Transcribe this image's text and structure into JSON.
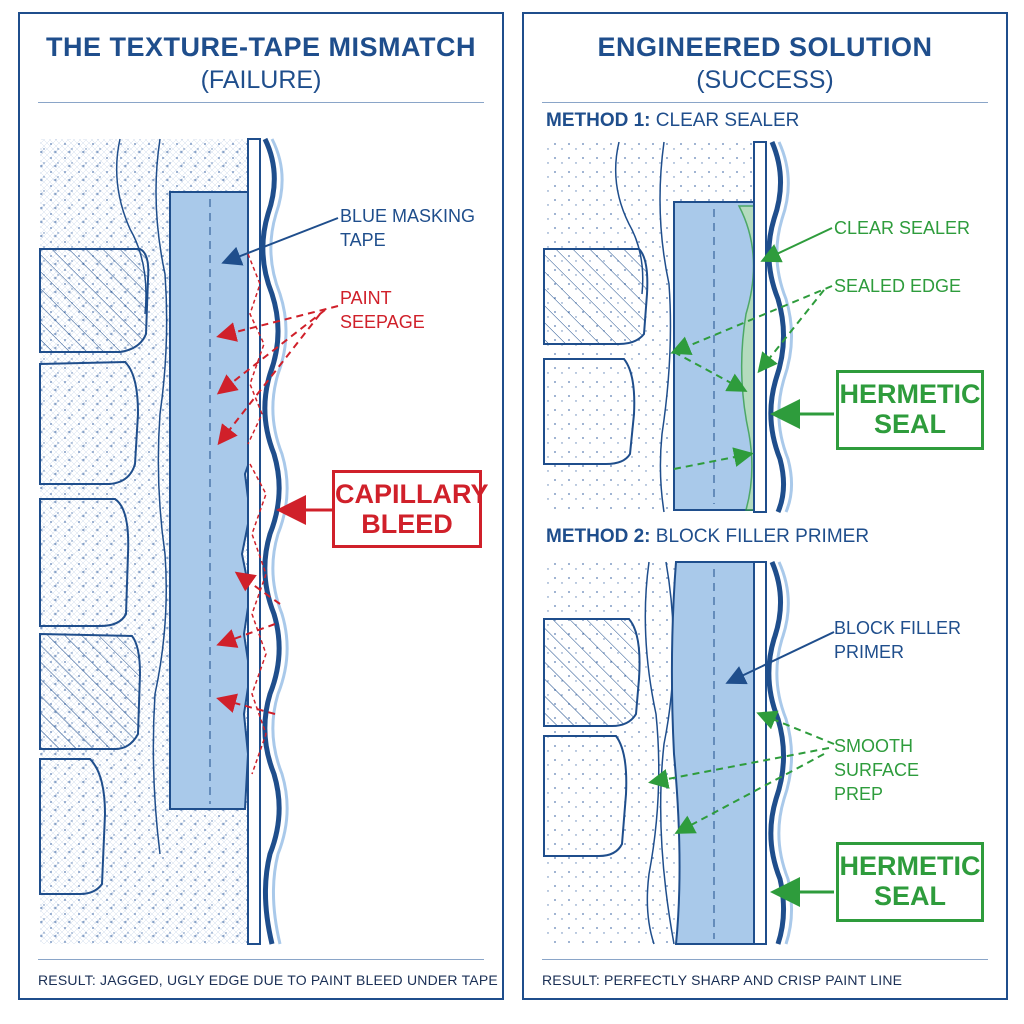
{
  "left": {
    "title": "THE TEXTURE-TAPE MISMATCH",
    "subtitle": "(FAILURE)",
    "labels": {
      "tape": "BLUE MASKING\nTAPE",
      "seepage": "PAINT\nSEEPAGE",
      "callout": "CAPILLARY\nBLEED"
    },
    "result": "RESULT: JAGGED, UGLY EDGE DUE TO PAINT BLEED UNDER TAPE"
  },
  "right": {
    "title": "ENGINEERED SOLUTION",
    "subtitle": "(SUCCESS)",
    "method1": {
      "prefix": "METHOD 1:",
      "name": "CLEAR SEALER"
    },
    "method2": {
      "prefix": "METHOD 2:",
      "name": "BLOCK FILLER PRIMER"
    },
    "labels": {
      "clear_sealer": "CLEAR SEALER",
      "sealed_edge": "SEALED EDGE",
      "seal1": "HERMETIC\nSEAL",
      "block_filler": "BLOCK FILLER\nPRIMER",
      "smooth": "SMOOTH\nSURFACE\nPREP",
      "seal2": "HERMETIC\nSEAL"
    },
    "result": "RESULT: PERFECTLY SHARP AND CRISP PAINT LINE"
  },
  "colors": {
    "navy": "#1f4e8c",
    "tape_blue": "#a9c9ea",
    "red": "#d0202a",
    "green": "#2e9c3c",
    "sealer_green": "#b8e2b0"
  }
}
